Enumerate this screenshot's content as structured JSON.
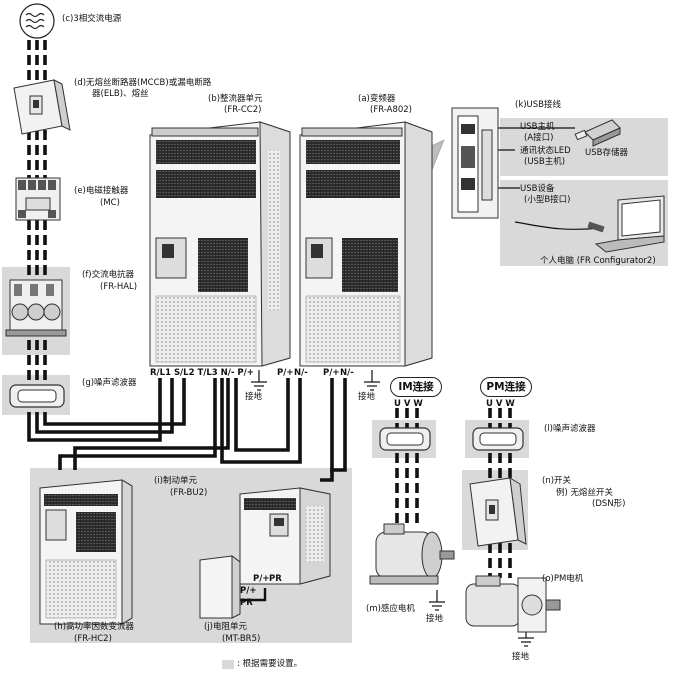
{
  "labels": {
    "c_title": "(c)3相交流电源",
    "d_title": "(d)无熔丝断路器(MCCB)或漏电断路",
    "d_title2": "器(ELB)、熔丝",
    "e_title": "(e)电磁接触器",
    "e_sub": "(MC)",
    "f_title": "(f)交流电抗器",
    "f_sub": "(FR-HAL)",
    "g_title": "(g)噪声滤波器",
    "b_title": "(b)整流器单元",
    "b_sub": "(FR-CC2)",
    "a_title": "(a)变频器",
    "a_sub": "(FR-A802)",
    "k_title": "(k)USB接线",
    "usb_host": "USB主机",
    "usb_host_sub": "(A接口)",
    "usb_led": "通讯状态LED",
    "usb_led_sub": "(USB主机)",
    "usb_storage": "USB存储器",
    "usb_device": "USB设备",
    "usb_device_sub": "(小型B接口)",
    "pc": "个人电脑 (FR Configurator2)",
    "terminals_b": "R/L1 S/L2 T/L3  N/- P/+",
    "terminals_a_p": "P/+",
    "terminals_a_n": "N/-",
    "terminals_b2_p": "P/+",
    "terminals_b2_n": "N/-",
    "ground_b": "接地",
    "ground_a": "接地",
    "im_label": "IM连接",
    "pm_label": "PM连接",
    "uvw_im": "U  V  W",
    "uvw_pm": "U  V  W",
    "l_title": "(l)噪声滤波器",
    "n_title": "(n)开关",
    "n_sub": "例) 无熔丝开关",
    "n_sub2": "(DSN形)",
    "i_title": "(i)制动单元",
    "i_sub": "(FR-BU2)",
    "o_title": "(o)PM电机",
    "m_title": "(m)感应电机",
    "ground_m": "接地",
    "ground_o": "接地",
    "h_title": "(h)高功率因数变流器",
    "h_sub": "(FR-HC2)",
    "j_title": "(j)电阻单元",
    "j_sub": "(MT-BR5)",
    "j_pp": "P/+",
    "j_pr": "PR",
    "j_p2": "P/+",
    "j_pr2": "PR",
    "legend": ": 根据需要设置。"
  },
  "colors": {
    "shade": "#d9d9d9",
    "wire": "#111111",
    "device": "#f4f4f4",
    "outline": "#333333"
  },
  "icons": [
    "ac-source-icon",
    "breaker-icon",
    "contactor-icon",
    "reactor-icon",
    "noise-filter-icon",
    "rectifier-unit-icon",
    "inverter-icon",
    "usb-drive-icon",
    "laptop-icon",
    "ground-icon",
    "switch-icon",
    "motor-icon",
    "pm-motor-icon",
    "brake-unit-icon",
    "resistor-unit-icon",
    "hc2-converter-icon"
  ]
}
